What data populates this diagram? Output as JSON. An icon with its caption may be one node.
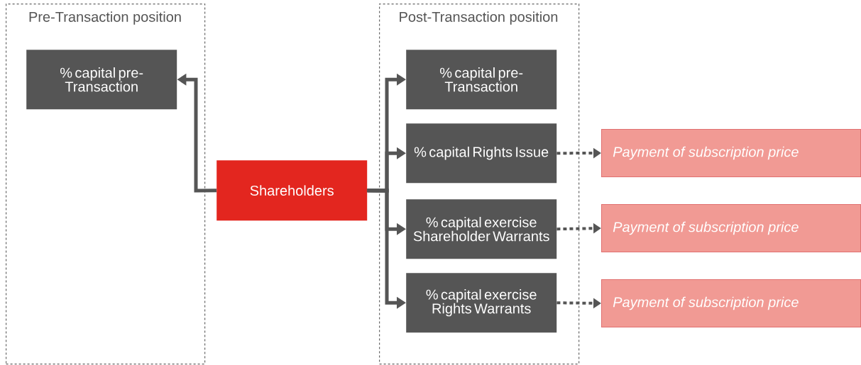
{
  "diagram": {
    "nodes": [
      {
        "text": [
          "Pre-Transaction position"
        ]
      },
      {
        "text": [
          "% capital pre-Transaction"
        ],
        "in": 0
      },
      {
        "text": [
          "Shareholders"
        ]
      },
      {
        "text": [
          "Post-Transaction position"
        ]
      },
      {
        "text": [
          "% capital pre-Transaction"
        ],
        "in": 3
      },
      {
        "text": [
          "% capital Rights Issue"
        ],
        "in": 3
      },
      {
        "text": [
          "% capital exercise Shareholder Warrants"
        ],
        "in": 3
      },
      {
        "text": [
          "% capital exercise Rights Warrants"
        ],
        "in": 3
      },
      {
        "text": [
          "Payment of subscription price"
        ]
      },
      {
        "text": [
          "Payment of subscription price"
        ]
      },
      {
        "text": [
          "Payment of subscription price"
        ]
      }
    ],
    "edges": [
      {
        "from": 2,
        "to": 1,
        "arrow": "to"
      },
      {
        "from": 2,
        "to": 4,
        "arrow": "to"
      },
      {
        "from": 2,
        "to": 5,
        "arrow": "to"
      },
      {
        "from": 2,
        "to": 6,
        "arrow": "to"
      },
      {
        "from": 2,
        "to": 7,
        "arrow": "to"
      },
      {
        "from": 5,
        "to": 8,
        "arrow": "to",
        "style": "dashed"
      },
      {
        "from": 6,
        "to": 9,
        "arrow": "to",
        "style": "dashed"
      },
      {
        "from": 7,
        "to": 10,
        "arrow": "to",
        "style": "dashed"
      }
    ]
  }
}
